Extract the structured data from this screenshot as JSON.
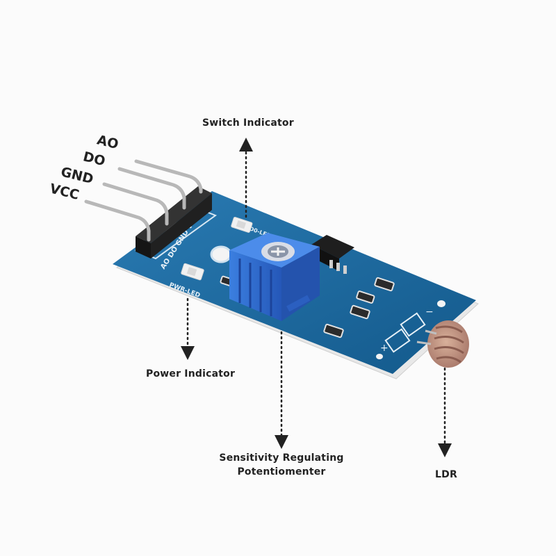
{
  "pins": {
    "ao": "AO",
    "do": "DO",
    "gnd": "GND",
    "vcc": "VCC"
  },
  "callouts": {
    "switch_indicator": "Switch Indicator",
    "power_indicator": "Power Indicator",
    "sensitivity_line1": "Sensitivity Regulating",
    "sensitivity_line2": "Potentiomenter",
    "ldr": "LDR"
  },
  "board_silkscreen": {
    "pin_row": "AO DO GND VCC",
    "pwr_led": "PWR-LED",
    "do_led": "D0-LED"
  },
  "colors": {
    "board": "#1a6aa0",
    "potentiometer": "#2f6fd0",
    "header": "#1b1b1b",
    "pins": "#b8b8b8",
    "ldr": "#c9a08a",
    "arrow": "#222222"
  }
}
